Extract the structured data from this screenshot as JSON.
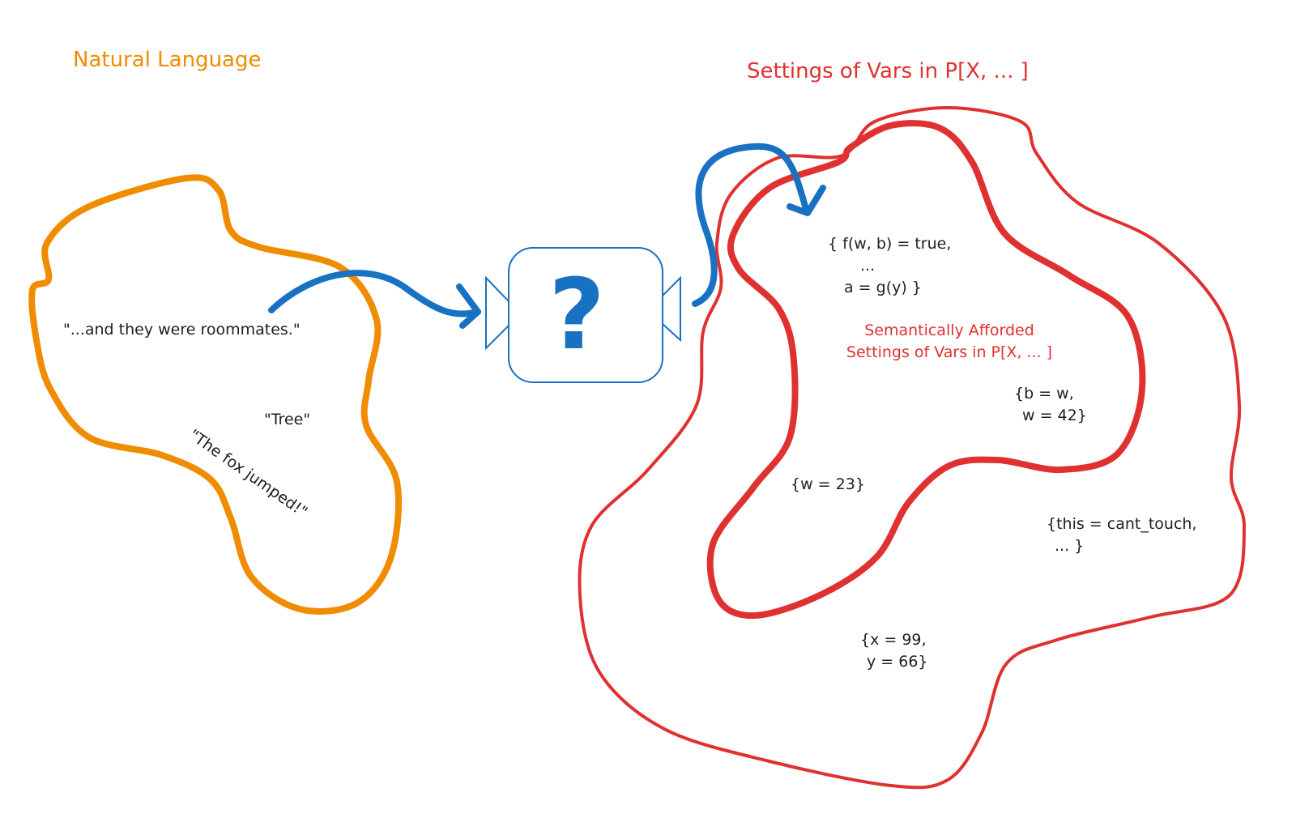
{
  "colors": {
    "orange": "#f08c00",
    "blue": "#1971c2",
    "red": "#e03131",
    "ink": "#1e1e1e"
  },
  "titles": {
    "natural_language": "Natural Language",
    "settings": "Settings of Vars in P[X, ... ]"
  },
  "natural_language_examples": [
    "\"...and they were roommates.\"",
    "\"Tree\"",
    "\"The fox jumped!\""
  ],
  "model_box": {
    "symbol": "?"
  },
  "afforded_label": [
    "Semantically Afforded",
    "Settings of Vars in P[X, ... ]"
  ],
  "settings_examples": {
    "fw": [
      "{ f(w, b) = true,",
      "...",
      "a = g(y) }"
    ],
    "bw": [
      "{b = w,",
      "w = 42}"
    ],
    "w23": "{w = 23}",
    "this": [
      "{this = cant_touch,",
      "... }"
    ],
    "xy": [
      "{x = 99,",
      "y = 66}"
    ]
  }
}
